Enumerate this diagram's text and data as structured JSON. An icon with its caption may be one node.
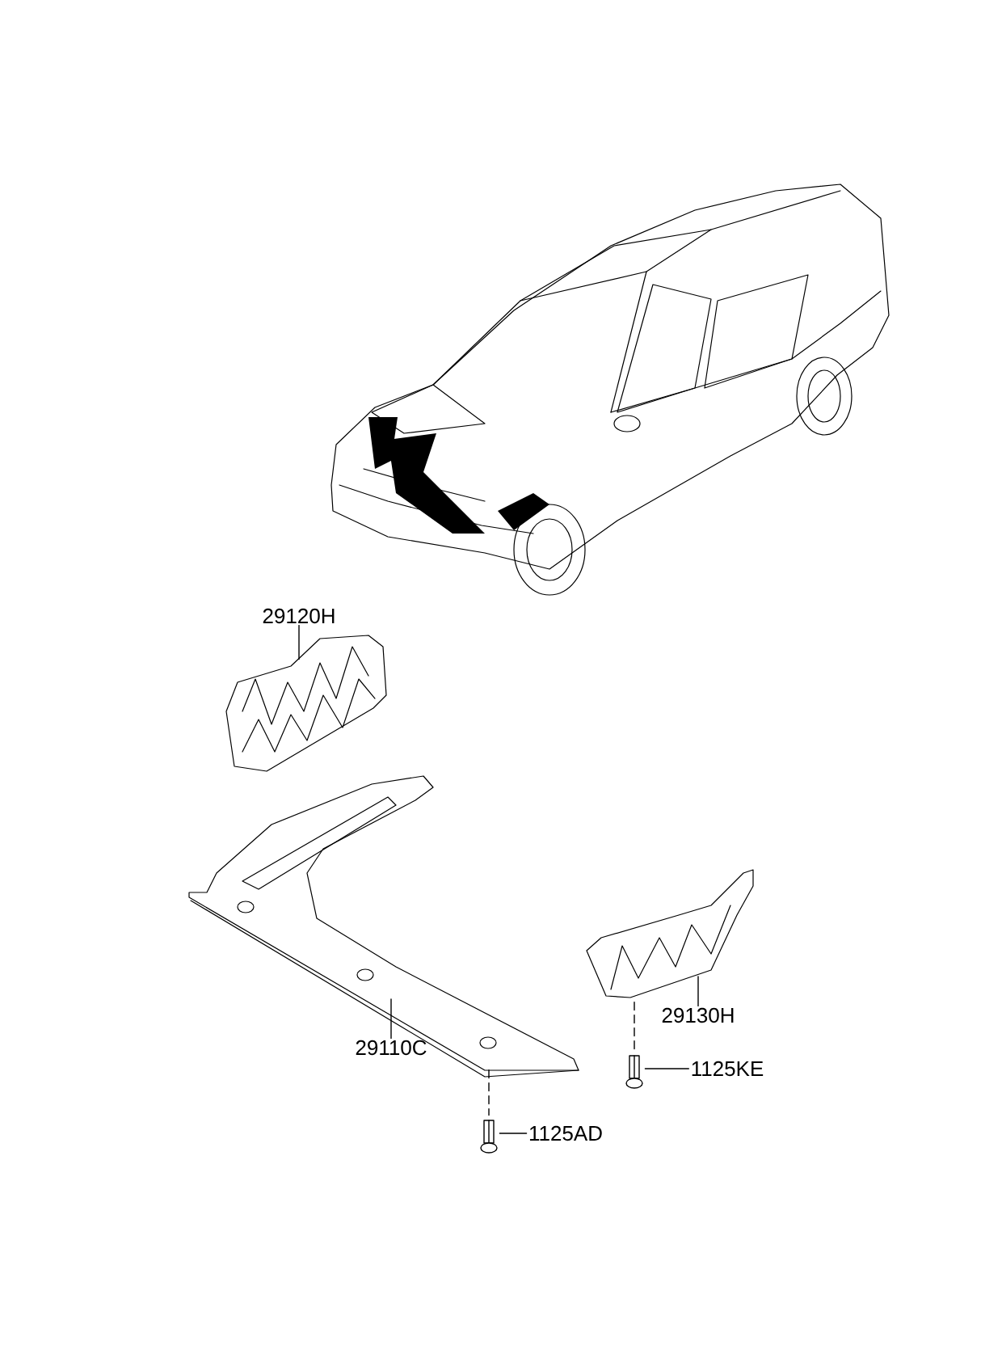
{
  "diagram": {
    "nodes": [
      {
        "text": [
          "29120H"
        ]
      },
      {
        "text": [],
        "shape": "picture"
      },
      {
        "text": [
          "29110C"
        ]
      },
      {
        "text": [],
        "shape": "picture"
      },
      {
        "text": [
          "29130H"
        ]
      },
      {
        "text": [],
        "shape": "picture"
      },
      {
        "text": [
          "1125KE"
        ]
      },
      {
        "text": [],
        "shape": "picture"
      },
      {
        "text": [
          "1125AD"
        ]
      },
      {
        "text": [],
        "shape": "picture"
      }
    ],
    "edges": [
      {
        "from": 0,
        "to": 1,
        "arrow": "none"
      },
      {
        "from": 2,
        "to": 3,
        "arrow": "none"
      },
      {
        "from": 4,
        "to": 5,
        "arrow": "none"
      },
      {
        "from": 6,
        "to": 7,
        "arrow": "none"
      },
      {
        "from": 8,
        "to": 9,
        "arrow": "none"
      },
      {
        "from": 5,
        "to": 7,
        "arrow": "none",
        "style": "dashed"
      },
      {
        "from": 3,
        "to": 9,
        "arrow": "none",
        "style": "dashed"
      }
    ]
  }
}
